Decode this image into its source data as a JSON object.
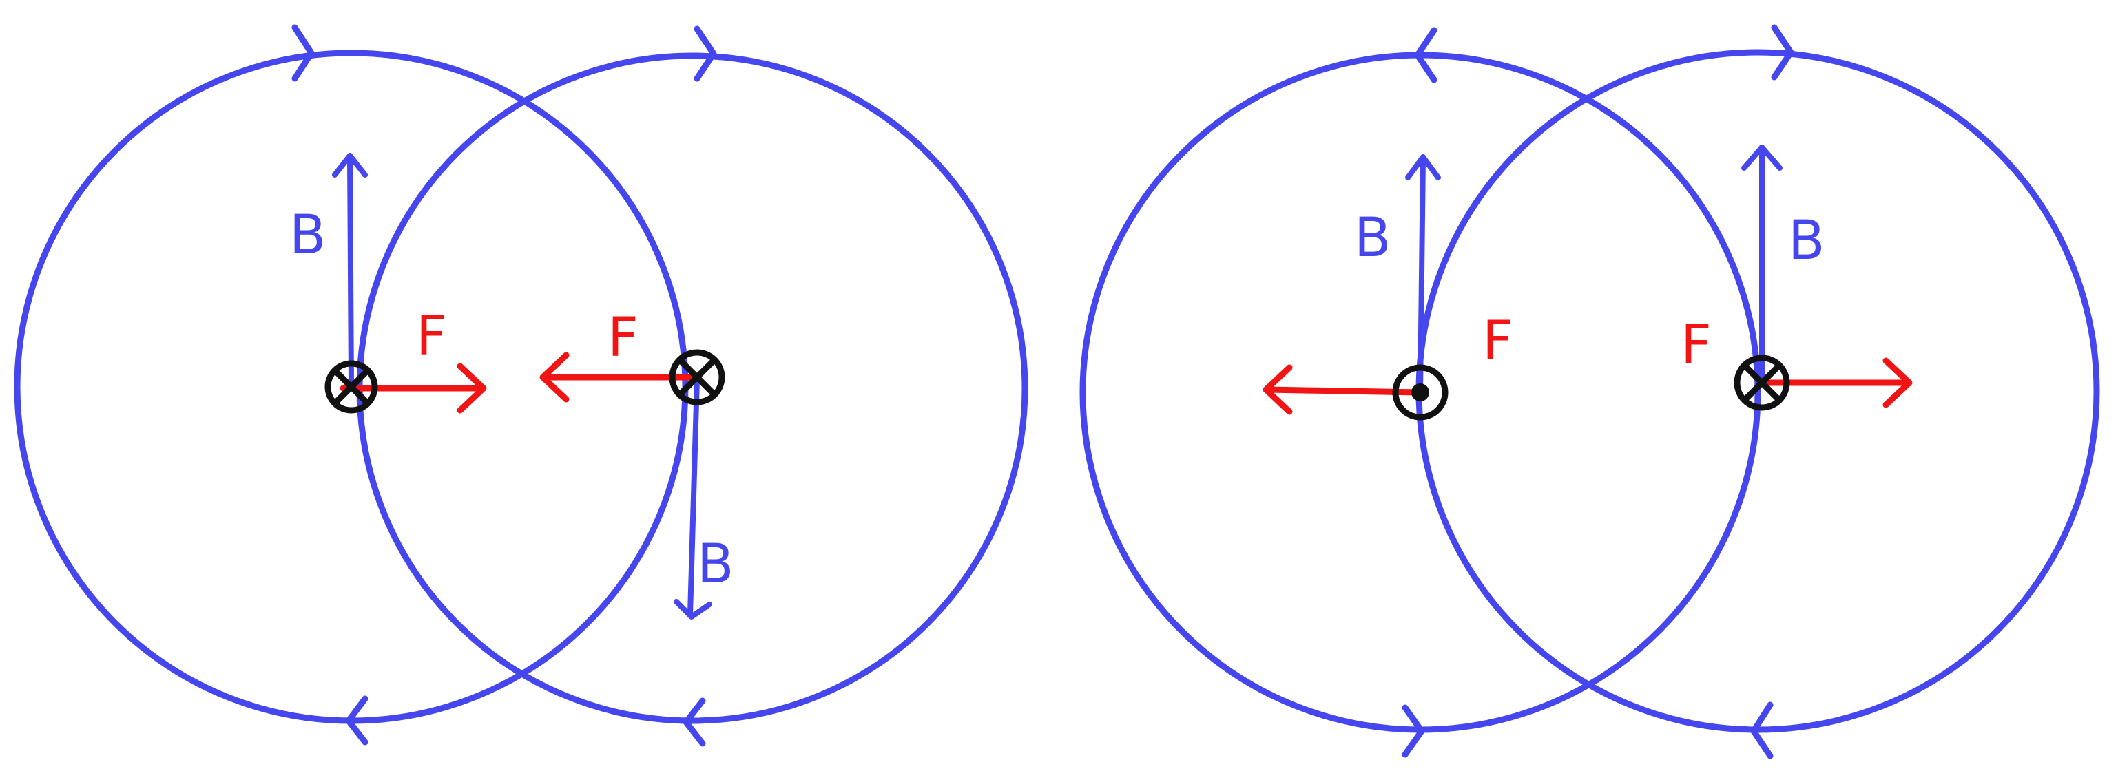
{
  "colors": {
    "field_line": "#4646ee",
    "force_vector": "#f01414",
    "wire_symbol": "#111111"
  },
  "icons": {
    "current_into_page": "circle-with-cross",
    "current_out_of_page": "circle-with-dot"
  },
  "labels": {
    "field": "B",
    "force": "F"
  },
  "diagrams": [
    {
      "wires": [
        {
          "current": "into-page"
        },
        {
          "current": "into-page"
        }
      ]
    },
    {
      "wires": [
        {
          "current": "out-of-page"
        },
        {
          "current": "into-page"
        }
      ]
    }
  ]
}
